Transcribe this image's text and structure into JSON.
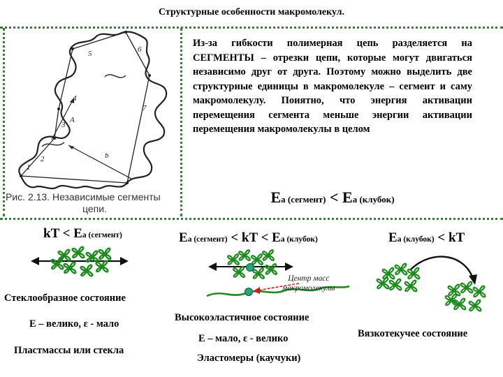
{
  "title": "Структурные особенности макромолекул.",
  "figure": {
    "labels": [
      "1",
      "2",
      "3",
      "4",
      "5",
      "6",
      "7",
      "A",
      "b"
    ],
    "caption_line1": "Рис. 2.13. Независимые сегменты",
    "caption_line2": "цепи."
  },
  "paragraph": "Из-за гибкости полимерная цепь разделяется на СЕГМЕНТЫ – отрезки цепи, которые могут двигаться независимо друг от друга. Поэтому можно выделить две структурные единицы в макромолекуле – сегмент и саму макромолекулу. Понятно, что энергия активации перемещения сегмента меньше энергии активации перемещения макромолекулы в целом",
  "formula": {
    "left": "Е",
    "left_sub": "а (сегмент)",
    "op": " < Е",
    "right_sub": "а (клубок)"
  },
  "states": {
    "glassy": {
      "condition_main": "kT < Е",
      "condition_sub": "а (сегмент)",
      "name": "Стеклообразное состояние",
      "props": "Е – велико, ε - мало",
      "materials": "Пластмассы или стекла"
    },
    "elastic": {
      "condition_part1": "Е",
      "condition_sub1": "а (сегмент)",
      "condition_part2": " < kT < Е",
      "condition_sub2": "а (клубок)",
      "annotation_line1": "Центр масс",
      "annotation_line2": "макромолекулы",
      "name": "Высокоэластичное состояние",
      "props": "Е – мало, ε - велико",
      "materials": "Эластомеры (каучуки)"
    },
    "viscous": {
      "condition_part1": "Е",
      "condition_sub1": "а (клубок)",
      "condition_part2": " < kT",
      "name": "Вязкотекучее состояние"
    }
  },
  "colors": {
    "border": "#3a7a3a",
    "coil": "#1f8a1f",
    "center": "#2aa37a",
    "pointer": "#d11a1a",
    "chain": "#1f8a1f"
  }
}
